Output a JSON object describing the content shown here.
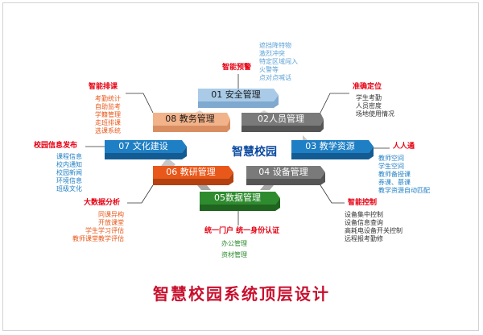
{
  "core": "智慧校园",
  "title": "智慧校园系统顶层设计",
  "colors": {
    "red": "#e60012",
    "blue": "#1f7fc4",
    "orange": "#e8581b",
    "gray": "#7a7a7a",
    "green": "#2e8b2e",
    "light_blue": "#a9cbe8",
    "peach": "#f3b38a"
  },
  "modules": {
    "m01": "01 安全管理",
    "m02": "02人员管理",
    "m03": "03 教学资源",
    "m04": "04 设备管理",
    "m05": "05数据管理",
    "m06": "06 教研管理",
    "m07": "07 文化建设",
    "m08": "08 教务管理"
  },
  "groups": {
    "alert": {
      "heading": "智能预警",
      "items": [
        "遮挡降特物",
        "激烈冲突",
        "特定区域闯入",
        "火警等",
        "点对点喊话"
      ]
    },
    "locate": {
      "heading": "准确定位",
      "items": [
        "学生考勤",
        "人员密度",
        "场地使用情况"
      ]
    },
    "people": {
      "heading": "人人通",
      "items": [
        "教师空间",
        "学生空间",
        "教师备授课",
        "券课、慕课",
        "教学资源自动匹配"
      ]
    },
    "control": {
      "heading": "智能控制",
      "items": [
        "设备集中控制",
        "设备信息查询",
        "高耗电设备开关控制",
        "远程报考勤修"
      ]
    },
    "portal": {
      "heading": "统一门户 统一身份认证",
      "items": [
        "办公管理",
        "资材管理"
      ]
    },
    "bigdata": {
      "heading": "大数据分析",
      "items": [
        "同课异构",
        "开放课堂",
        "学生学习评估",
        "教师课堂教学评估"
      ]
    },
    "publish": {
      "heading": "校园信息发布",
      "items": [
        "课程信息",
        "校内通知",
        "校园新闻",
        "环境信息",
        "班级文化"
      ]
    },
    "schedule": {
      "heading": "智能排课",
      "items": [
        "考勤统计",
        "自助监考",
        "学籍管理",
        "走班排课",
        "选课系统"
      ]
    }
  }
}
